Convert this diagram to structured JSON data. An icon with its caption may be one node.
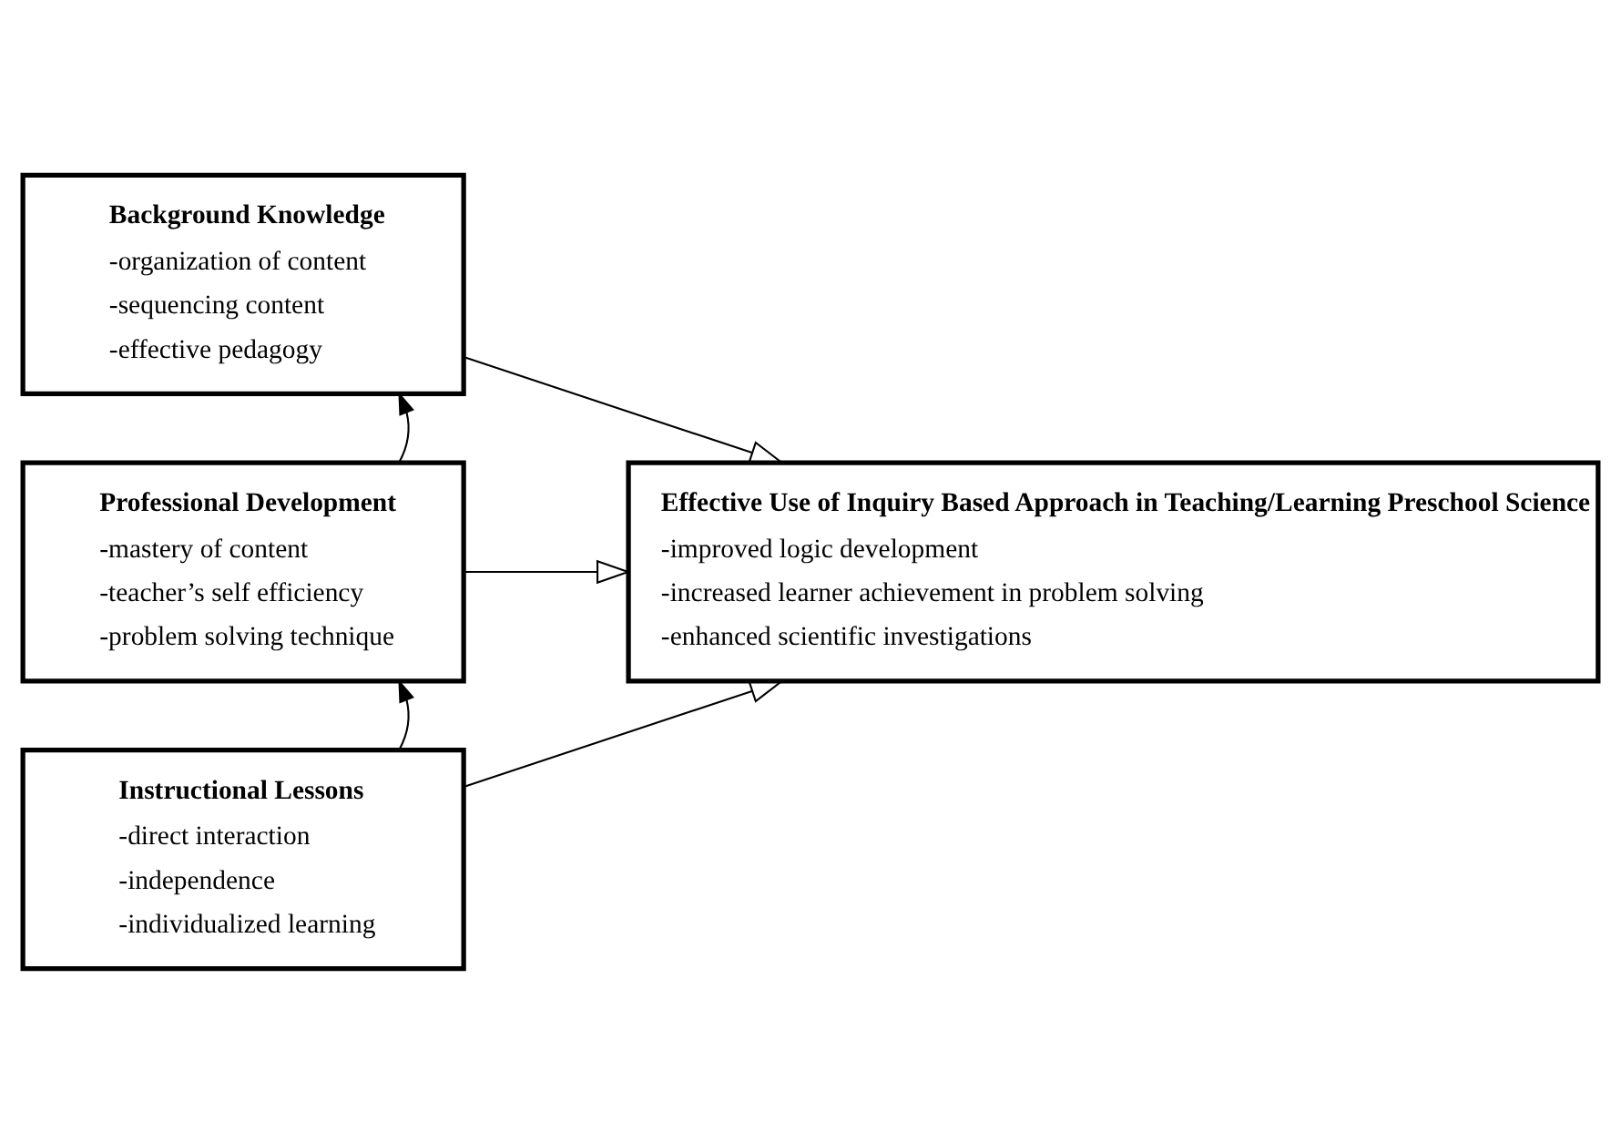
{
  "diagram": {
    "nodes": [
      {
        "text": [
          "Background Knowledge",
          "-organization of content",
          "-sequencing content",
          "-effective pedagogy"
        ]
      },
      {
        "text": [
          "Professional Development",
          "-mastery of content",
          "-teacher’s self efficiency",
          "-problem solving technique"
        ]
      },
      {
        "text": [
          "Instructional Lessons",
          "-direct interaction",
          "-independence",
          "-individualized learning"
        ]
      },
      {
        "text": [
          "Effective Use of Inquiry Based Approach in Teaching/Learning Preschool Science",
          "-improved logic development",
          "-increased learner achievement in problem solving",
          "-enhanced scientific investigations"
        ]
      }
    ],
    "edges": [
      {
        "from": 1,
        "to": 0,
        "arrow": "to"
      },
      {
        "from": 2,
        "to": 1,
        "arrow": "to"
      },
      {
        "from": 0,
        "to": 3,
        "arrow": "to"
      },
      {
        "from": 1,
        "to": 3,
        "arrow": "to"
      },
      {
        "from": 2,
        "to": 3,
        "arrow": "to"
      }
    ]
  }
}
